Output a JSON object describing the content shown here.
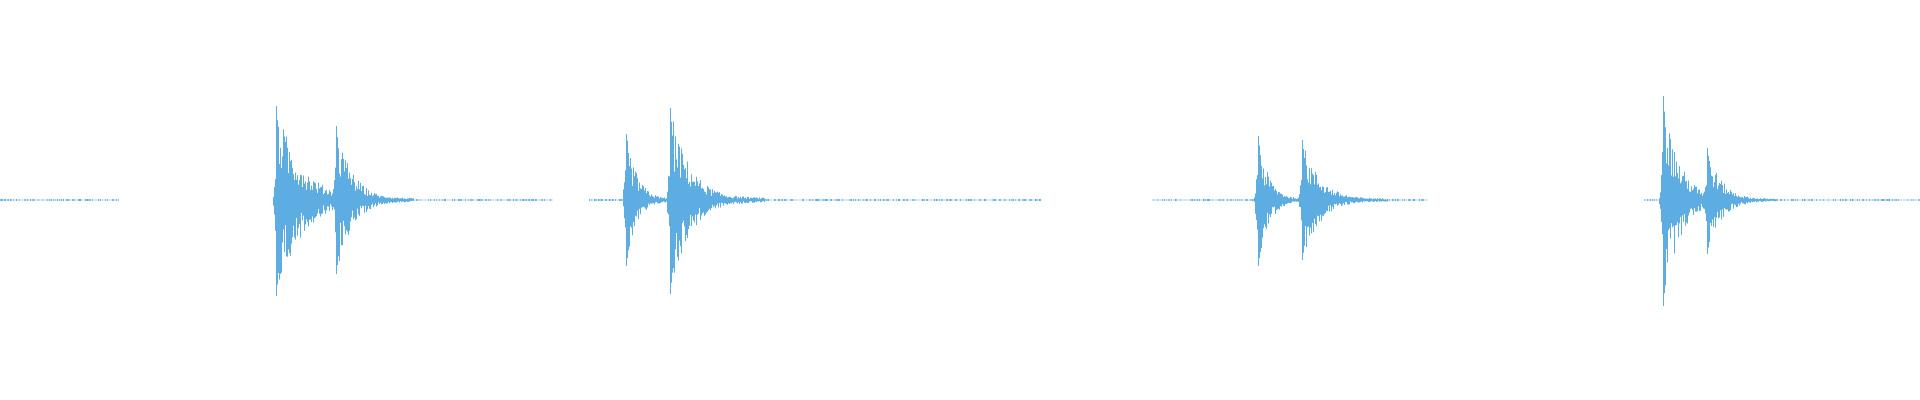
{
  "waveform": {
    "color": "#5dade2",
    "background": "#ffffff",
    "duration": 1,
    "segments": [
      {
        "start": 0.0,
        "end": 0.062,
        "kind": "silence"
      },
      {
        "start": 0.143,
        "end": 0.288,
        "kind": "silence"
      },
      {
        "start": 0.307,
        "end": 0.542,
        "kind": "silence"
      },
      {
        "start": 0.6,
        "end": 0.744,
        "kind": "silence"
      },
      {
        "start": 0.856,
        "end": 1.0,
        "kind": "silence"
      }
    ],
    "events": [
      {
        "time": 0.144,
        "amp_up": 0.47,
        "amp_down": 0.48,
        "tail": 0.028
      },
      {
        "time": 0.175,
        "amp_up": 0.37,
        "amp_down": 0.37,
        "tail": 0.018
      },
      {
        "time": 0.326,
        "amp_up": 0.33,
        "amp_down": 0.33,
        "tail": 0.012
      },
      {
        "time": 0.349,
        "amp_up": 0.46,
        "amp_down": 0.47,
        "tail": 0.022
      },
      {
        "time": 0.655,
        "amp_up": 0.32,
        "amp_down": 0.33,
        "tail": 0.012
      },
      {
        "time": 0.678,
        "amp_up": 0.3,
        "amp_down": 0.3,
        "tail": 0.02
      },
      {
        "time": 0.866,
        "amp_up": 0.52,
        "amp_down": 0.53,
        "tail": 0.018
      },
      {
        "time": 0.889,
        "amp_up": 0.26,
        "amp_down": 0.27,
        "tail": 0.016
      }
    ]
  }
}
